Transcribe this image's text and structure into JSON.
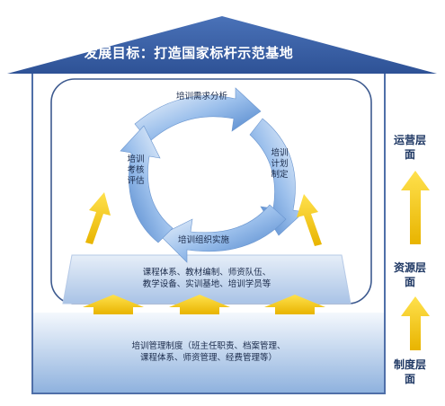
{
  "roof": {
    "title": "发展目标：打造国家标杆示范基地"
  },
  "cycle": {
    "needs_analysis": "培训需求分析",
    "plan_making": "培训计划制定",
    "organization": "培训组织实施",
    "evaluation": "培训考核评估"
  },
  "resources_band": {
    "line1": "课程体系、教材编制、师资队伍、",
    "line2": "教学设备、实训基地、培训学员等"
  },
  "system_band": {
    "line1": "培训管理制度（班主任职责、档案管理、",
    "line2": "课程体系、师资管理、经费管理等）"
  },
  "layers": {
    "operation": "运营层面",
    "resource": "资源层面",
    "system": "制度层面"
  },
  "colors": {
    "roof": "#3d63a6",
    "frame": "#4f6fa8",
    "cycle_arrow": "#5b8fd4",
    "yellow_arrow": "#f7c600",
    "band_light": "#d6e3f3",
    "band_dark": "#8aaedc"
  }
}
